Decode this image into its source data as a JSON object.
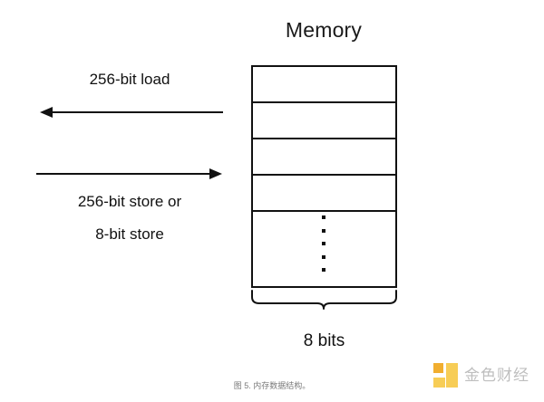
{
  "figure": {
    "title": "Memory",
    "width_label": "8 bits",
    "caption": "图 5. 内存数据结构。"
  },
  "arrows": [
    {
      "name": "load-arrow",
      "label": "256-bit load",
      "direction": "left",
      "icon": "arrow-left-icon"
    },
    {
      "name": "store-arrow",
      "label_line1": "256-bit store or",
      "label_line2": "8-bit store",
      "direction": "right",
      "icon": "arrow-right-icon"
    }
  ],
  "memory": {
    "cell_count_visible": 5,
    "ellipsis_dots": 5,
    "border_color": "#111111",
    "fill_color": "#ffffff"
  },
  "watermark": {
    "text": "金色财经",
    "logo_color": "#f7c948",
    "logo_accent": "#f0a81e"
  }
}
